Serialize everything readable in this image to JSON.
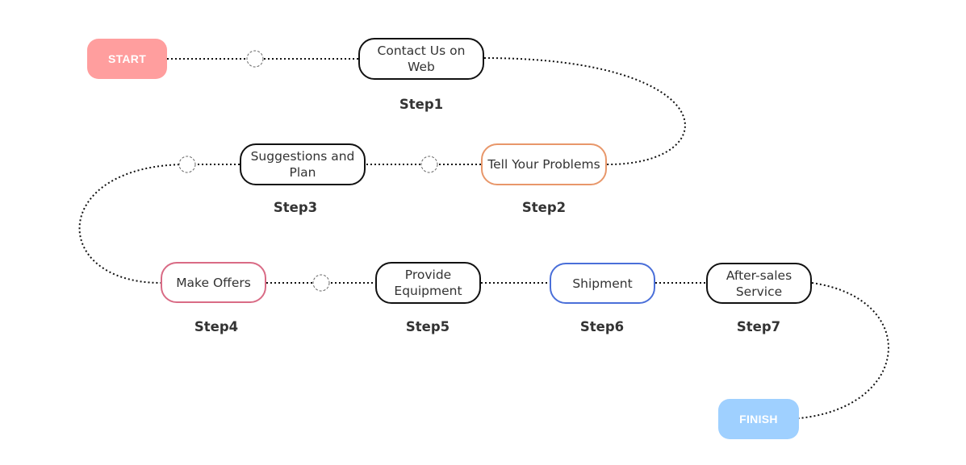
{
  "start_label": "START",
  "finish_label": "FINISH",
  "colors": {
    "start": "#ff9e9e",
    "finish": "#9fd0ff",
    "default_border": "#111111",
    "tell_your_problems_border": "#e8976a",
    "make_offers_border": "#d96b85",
    "shipment_border": "#4a6fd9",
    "connector": "#111111"
  },
  "steps": [
    {
      "title": "Contact Us on Web",
      "label": "Step1"
    },
    {
      "title": "Tell Your Problems",
      "label": "Step2"
    },
    {
      "title": "Suggestions and Plan",
      "label": "Step3"
    },
    {
      "title": "Make Offers",
      "label": "Step4"
    },
    {
      "title": "Provide Equipment",
      "label": "Step5"
    },
    {
      "title": "Shipment",
      "label": "Step6"
    },
    {
      "title": "After-sales Service",
      "label": "Step7"
    }
  ]
}
